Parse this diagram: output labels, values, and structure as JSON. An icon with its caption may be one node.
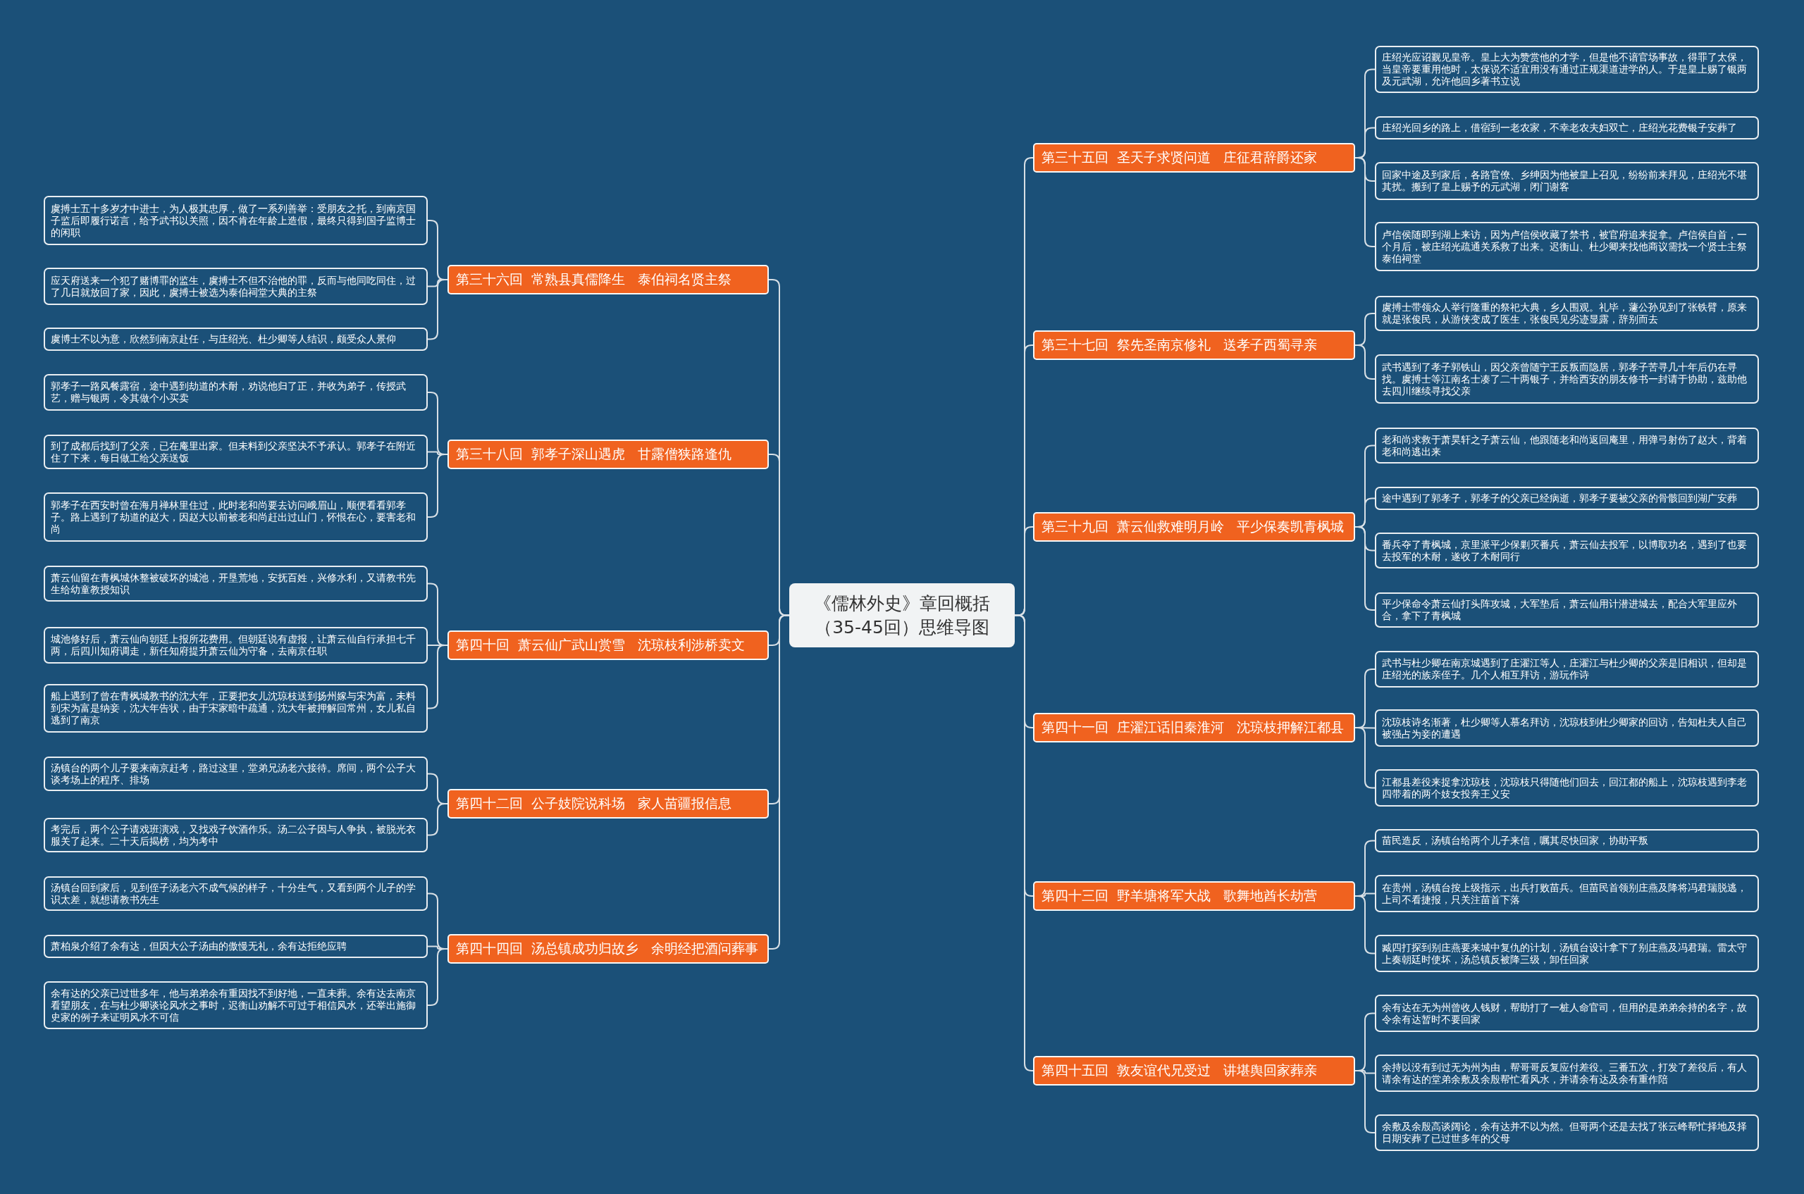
{
  "diagram": {
    "nodes": [
      {
        "text": [
          "《儒林外史》章回概括（35-45回）思维导图"
        ]
      },
      {
        "text": [
          "第三十五回  圣天子求贤问道   庄征君辞爵还家"
        ]
      },
      {
        "text": [
          "庄绍光应诏觐见皇帝。皇上大为赞赏他的才学，但是他不谙官场事故，得罪了太保，当皇帝要重用他时，太保说不适宜用没有通过正规渠道进学的人。于是皇上赐了银两及元武湖，允许他回乡著书立说"
        ]
      },
      {
        "text": [
          "庄绍光回乡的路上，借宿到一老农家，不幸老农夫妇双亡，庄绍光花费银子安葬了"
        ]
      },
      {
        "text": [
          "回家中途及到家后，各路官僚、乡绅因为他被皇上召见，纷纷前来拜见，庄绍光不堪其扰。搬到了皇上赐予的元武湖，闭门谢客"
        ]
      },
      {
        "text": [
          "卢信侯随即到湖上来访，因为卢信侯收藏了禁书，被官府追来捉拿。卢信侯自首，一个月后，被庄绍光疏通关系救了出来。迟衡山、杜少卿来找他商议需找一个贤士主祭泰伯祠堂"
        ]
      },
      {
        "text": [
          "第三十六回  常熟县真儒降生   泰伯祠名贤主祭"
        ]
      },
      {
        "text": [
          "虞搏士五十多岁才中进士，为人极其忠厚，做了一系列善举：受朋友之托，到南京国子监后即履行诺言，给予武书以关照，因不肯在年龄上造假，最终只得到国子监博士的闲职"
        ]
      },
      {
        "text": [
          "应天府送来一个犯了赌博罪的监生，虞搏士不但不治他的罪，反而与他同吃同住，过了几日就放回了家，因此，虞搏士被选为泰伯祠堂大典的主祭"
        ]
      },
      {
        "text": [
          "虞博士不以为意，欣然到南京赴任，与庄绍光、杜少卿等人结识，颇受众人景仰"
        ]
      },
      {
        "text": [
          "第三十七回  祭先圣南京修礼   送孝子西蜀寻亲"
        ]
      },
      {
        "text": [
          "虞搏士带领众人举行隆重的祭祀大典，乡人围观。礼毕，蘧公孙见到了张铁臂，原来就是张俊民，从游侠变成了医生，张俊民见劣迹显露，辞别而去"
        ]
      },
      {
        "text": [
          "武书遇到了孝子郭铁山，因父亲曾随宁王反叛而隐居，郭孝子苦寻几十年后仍在寻找。虞搏士等江南名士凑了二十两银子，并给西安的朋友修书一封请于协助，兹助他去四川继续寻找父亲"
        ]
      },
      {
        "text": [
          "第三十八回  郭孝子深山遇虎   甘露僧狭路逢仇"
        ]
      },
      {
        "text": [
          "郭孝子一路风餐露宿，途中遇到劫道的木耐，劝说他归了正，并收为弟子，传授武艺，赠与银两，令其做个小买卖"
        ]
      },
      {
        "text": [
          "到了成都后找到了父亲，已在庵里出家。但未料到父亲坚决不予承认。郭孝子在附近住了下来，每日做工给父亲送饭"
        ]
      },
      {
        "text": [
          "郭孝子在西安时曾在海月禅林里住过，此时老和尚要去访问峨眉山，顺便看看郭孝子。路上遇到了劫道的赵大，因赵大以前被老和尚赶出过山门，怀恨在心，要害老和尚"
        ]
      },
      {
        "text": [
          "第三十九回  萧云仙救难明月岭   平少保奏凯青枫城"
        ]
      },
      {
        "text": [
          "老和尚求救于萧昊轩之子萧云仙，他跟随老和尚返回庵里，用弹弓射伤了赵大，背着老和尚逃出来"
        ]
      },
      {
        "text": [
          "途中遇到了郭孝子，郭孝子的父亲已经病逝，郭孝子要被父亲的骨骸回到湖广安葬"
        ]
      },
      {
        "text": [
          "番兵夺了青枫城，京里派平少保剿灭番兵，萧云仙去投军，以博取功名，遇到了也要去投军的木耐，遂收了木耐同行"
        ]
      },
      {
        "text": [
          "平少保命令萧云仙打头阵攻城，大军垫后，萧云仙用计潜进城去，配合大军里应外合，拿下了青枫城"
        ]
      },
      {
        "text": [
          "第四十回  萧云仙广武山赏雪   沈琼枝利涉桥卖文"
        ]
      },
      {
        "text": [
          "萧云仙留在青枫城休整被破坏的城池，开垦荒地，安抚百姓，兴修水利，又请教书先生给幼童教授知识"
        ]
      },
      {
        "text": [
          "城池修好后，萧云仙向朝廷上报所花费用。但朝廷说有虚报，让萧云仙自行承担七千两，后四川知府调走，新任知府提升萧云仙为守备，去南京任职"
        ]
      },
      {
        "text": [
          "船上遇到了曾在青枫城教书的沈大年，正要把女儿沈琼枝送到扬州嫁与宋为富，未料到宋为富是纳妾，沈大年告状，由于宋家暗中疏通，沈大年被押解回常州，女儿私自逃到了南京"
        ]
      },
      {
        "text": [
          "第四十一回  庄濯江话旧秦淮河   沈琼枝押解江都县"
        ]
      },
      {
        "text": [
          "武书与杜少卿在南京城遇到了庄濯江等人，庄濯江与杜少卿的父亲是旧相识，但却是庄绍光的族亲侄子。几个人相互拜访，游玩作诗"
        ]
      },
      {
        "text": [
          "沈琼枝诗名渐著，杜少卿等人慕名拜访，沈琼枝到杜少卿家的回访，告知杜夫人自己被强占为妾的遭遇"
        ]
      },
      {
        "text": [
          "江都县差役来捉拿沈琼枝，沈琼枝只得随他们回去，回江都的船上，沈琼枝遇到李老四带着的两个妓女投奔王义安"
        ]
      },
      {
        "text": [
          "第四十二回  公子妓院说科场   家人苗疆报信息"
        ]
      },
      {
        "text": [
          "汤镇台的两个儿子要来南京赶考，路过这里，堂弟兄汤老六接待。席间，两个公子大谈考场上的程序、排场"
        ]
      },
      {
        "text": [
          "考完后，两个公子请戏班演戏，又找戏子饮酒作乐。汤二公子因与人争执，被脱光衣服关了起来。二十天后揭榜，均为考中"
        ]
      },
      {
        "text": [
          "第四十三回  野羊塘将军大战   歌舞地酋长劫营"
        ]
      },
      {
        "text": [
          "苗民造反，汤镇台给两个儿子来信，嘱其尽快回家，协助平叛"
        ]
      },
      {
        "text": [
          "在贵州，汤镇台按上级指示，出兵打败苗兵。但苗民首领别庄燕及降将冯君瑞脱逃，上司不看捷报，只关注苗首下落"
        ]
      },
      {
        "text": [
          "臧四打探到别庄燕要来城中复仇的计划，汤镇台设计拿下了别庄燕及冯君瑞。雷太守上奏朝廷时使坏，汤总镇反被降三级，卸任回家"
        ]
      },
      {
        "text": [
          "第四十四回  汤总镇成功归故乡   余明经把酒问葬事"
        ]
      },
      {
        "text": [
          "汤镇台回到家后，见到侄子汤老六不成气候的样子，十分生气，又看到两个儿子的学识太差，就想请教书先生"
        ]
      },
      {
        "text": [
          "萧柏泉介绍了余有达，但因大公子汤由的傲慢无礼，余有达拒绝应聘"
        ]
      },
      {
        "text": [
          "余有达的父亲已过世多年，他与弟弟余有重因找不到好地，一直未葬。余有达去南京看望朋友，在与杜少卿谈论风水之事时，迟衡山劝解不可过于相信风水，还举出施御史家的例子来证明风水不可信"
        ]
      },
      {
        "text": [
          "第四十五回  敦友谊代兄受过   讲堪舆回家葬亲"
        ]
      },
      {
        "text": [
          "余有达在无为州曾收人钱财，帮助打了一桩人命官司，但用的是弟弟余持的名字，故令余有达暂时不要回家"
        ]
      },
      {
        "text": [
          "余持以没有到过无为州为由，帮哥哥反复应付差役。三番五次，打发了差役后，有人请余有达的堂弟余敷及余殷帮忙看风水，并请余有达及余有重作陪"
        ]
      },
      {
        "text": [
          "余敷及余殷高谈阔论，余有达并不以为然。但哥两个还是去找了张云峰帮忙择地及择日期安葬了已过世多年的父母"
        ]
      }
    ],
    "edges": [
      {
        "from": 0,
        "to": 1,
        "arrow": "none"
      },
      {
        "from": 1,
        "to": 2,
        "arrow": "none"
      },
      {
        "from": 1,
        "to": 3,
        "arrow": "none"
      },
      {
        "from": 1,
        "to": 4,
        "arrow": "none"
      },
      {
        "from": 1,
        "to": 5,
        "arrow": "none"
      },
      {
        "from": 0,
        "to": 6,
        "arrow": "none"
      },
      {
        "from": 6,
        "to": 7,
        "arrow": "none"
      },
      {
        "from": 6,
        "to": 8,
        "arrow": "none"
      },
      {
        "from": 6,
        "to": 9,
        "arrow": "none"
      },
      {
        "from": 0,
        "to": 10,
        "arrow": "none"
      },
      {
        "from": 10,
        "to": 11,
        "arrow": "none"
      },
      {
        "from": 10,
        "to": 12,
        "arrow": "none"
      },
      {
        "from": 0,
        "to": 13,
        "arrow": "none"
      },
      {
        "from": 13,
        "to": 14,
        "arrow": "none"
      },
      {
        "from": 13,
        "to": 15,
        "arrow": "none"
      },
      {
        "from": 13,
        "to": 16,
        "arrow": "none"
      },
      {
        "from": 0,
        "to": 17,
        "arrow": "none"
      },
      {
        "from": 17,
        "to": 18,
        "arrow": "none"
      },
      {
        "from": 17,
        "to": 19,
        "arrow": "none"
      },
      {
        "from": 17,
        "to": 20,
        "arrow": "none"
      },
      {
        "from": 17,
        "to": 21,
        "arrow": "none"
      },
      {
        "from": 0,
        "to": 22,
        "arrow": "none"
      },
      {
        "from": 22,
        "to": 23,
        "arrow": "none"
      },
      {
        "from": 22,
        "to": 24,
        "arrow": "none"
      },
      {
        "from": 22,
        "to": 25,
        "arrow": "none"
      },
      {
        "from": 0,
        "to": 26,
        "arrow": "none"
      },
      {
        "from": 26,
        "to": 27,
        "arrow": "none"
      },
      {
        "from": 26,
        "to": 28,
        "arrow": "none"
      },
      {
        "from": 26,
        "to": 29,
        "arrow": "none"
      },
      {
        "from": 0,
        "to": 30,
        "arrow": "none"
      },
      {
        "from": 30,
        "to": 31,
        "arrow": "none"
      },
      {
        "from": 30,
        "to": 32,
        "arrow": "none"
      },
      {
        "from": 0,
        "to": 33,
        "arrow": "none"
      },
      {
        "from": 33,
        "to": 34,
        "arrow": "none"
      },
      {
        "from": 33,
        "to": 35,
        "arrow": "none"
      },
      {
        "from": 33,
        "to": 36,
        "arrow": "none"
      },
      {
        "from": 0,
        "to": 37,
        "arrow": "none"
      },
      {
        "from": 37,
        "to": 38,
        "arrow": "none"
      },
      {
        "from": 37,
        "to": 39,
        "arrow": "none"
      },
      {
        "from": 37,
        "to": 40,
        "arrow": "none"
      },
      {
        "from": 0,
        "to": 41,
        "arrow": "none"
      },
      {
        "from": 41,
        "to": 42,
        "arrow": "none"
      },
      {
        "from": 41,
        "to": 43,
        "arrow": "none"
      },
      {
        "from": 41,
        "to": 44,
        "arrow": "none"
      }
    ]
  }
}
